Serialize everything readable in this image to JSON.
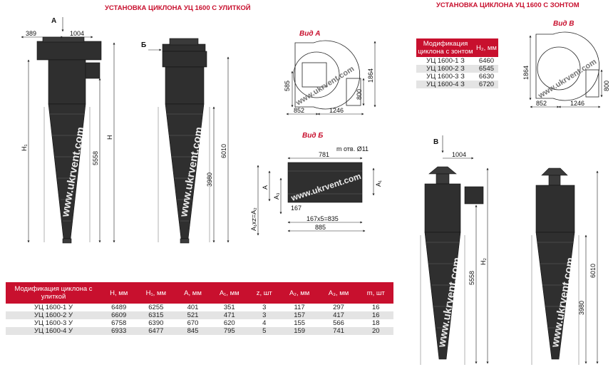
{
  "titles": {
    "left": "УСТАНОВКА ЦИКЛОНА УЦ 1600 С УЛИТКОЙ",
    "right": "УСТАНОВКА ЦИКЛОНА УЦ 1600 С ЗОНТОМ"
  },
  "views": {
    "a": "Вид А",
    "b": "Вид Б",
    "v": "Вид В"
  },
  "watermark": "www.ukrvent.com",
  "labels": {
    "arrow_a": "A",
    "arrow_b": "Б",
    "arrow_v": "В",
    "H": "H",
    "H1": "H₁",
    "H2": "H₂",
    "A": "A",
    "A1": "A₁",
    "A2": "A₂",
    "A3": "A₃",
    "Axz": "A₁xz=A₂"
  },
  "dimensions": {
    "left_389": "389",
    "left_1004": "1004",
    "left_5558": "5558",
    "mid_6010": "6010",
    "mid_3980": "3980",
    "viewa_585": "585",
    "viewa_800": "800",
    "viewa_1864": "1864",
    "viewa_852": "852",
    "viewa_1246": "1246",
    "viewb_781": "781",
    "viewb_holes": "m отв. Ø11",
    "viewb_167": "167",
    "viewb_167x5": "167x5=835",
    "viewb_885": "885",
    "viewv_1864": "1864",
    "viewv_800": "800",
    "viewv_852": "852",
    "viewv_1246": "1246",
    "right_1004": "1004",
    "right_5558": "5558",
    "right_6010": "6010",
    "right_3980": "3980"
  },
  "table_main": {
    "headers": [
      "Модификация циклона с улиткой",
      "H, мм",
      "H₁, мм",
      "A, мм",
      "A₁, мм",
      "z, шт",
      "A₂, мм",
      "A₃, мм",
      "m, шт"
    ],
    "rows": [
      [
        "УЦ 1600-1 У",
        "6489",
        "6255",
        "401",
        "351",
        "3",
        "117",
        "297",
        "16"
      ],
      [
        "УЦ 1600-2 У",
        "6609",
        "6315",
        "521",
        "471",
        "3",
        "157",
        "417",
        "16"
      ],
      [
        "УЦ 1600-3 У",
        "6758",
        "6390",
        "670",
        "620",
        "4",
        "155",
        "566",
        "18"
      ],
      [
        "УЦ 1600-4 У",
        "6933",
        "6477",
        "845",
        "795",
        "5",
        "159",
        "741",
        "20"
      ]
    ]
  },
  "table_zont": {
    "headers": [
      "Модификация циклона с зонтом",
      "H₂, мм"
    ],
    "rows": [
      [
        "УЦ 1600-1 З",
        "6460"
      ],
      [
        "УЦ 1600-2 З",
        "6545"
      ],
      [
        "УЦ 1600-3 З",
        "6630"
      ],
      [
        "УЦ 1600-4 З",
        "6720"
      ]
    ]
  }
}
